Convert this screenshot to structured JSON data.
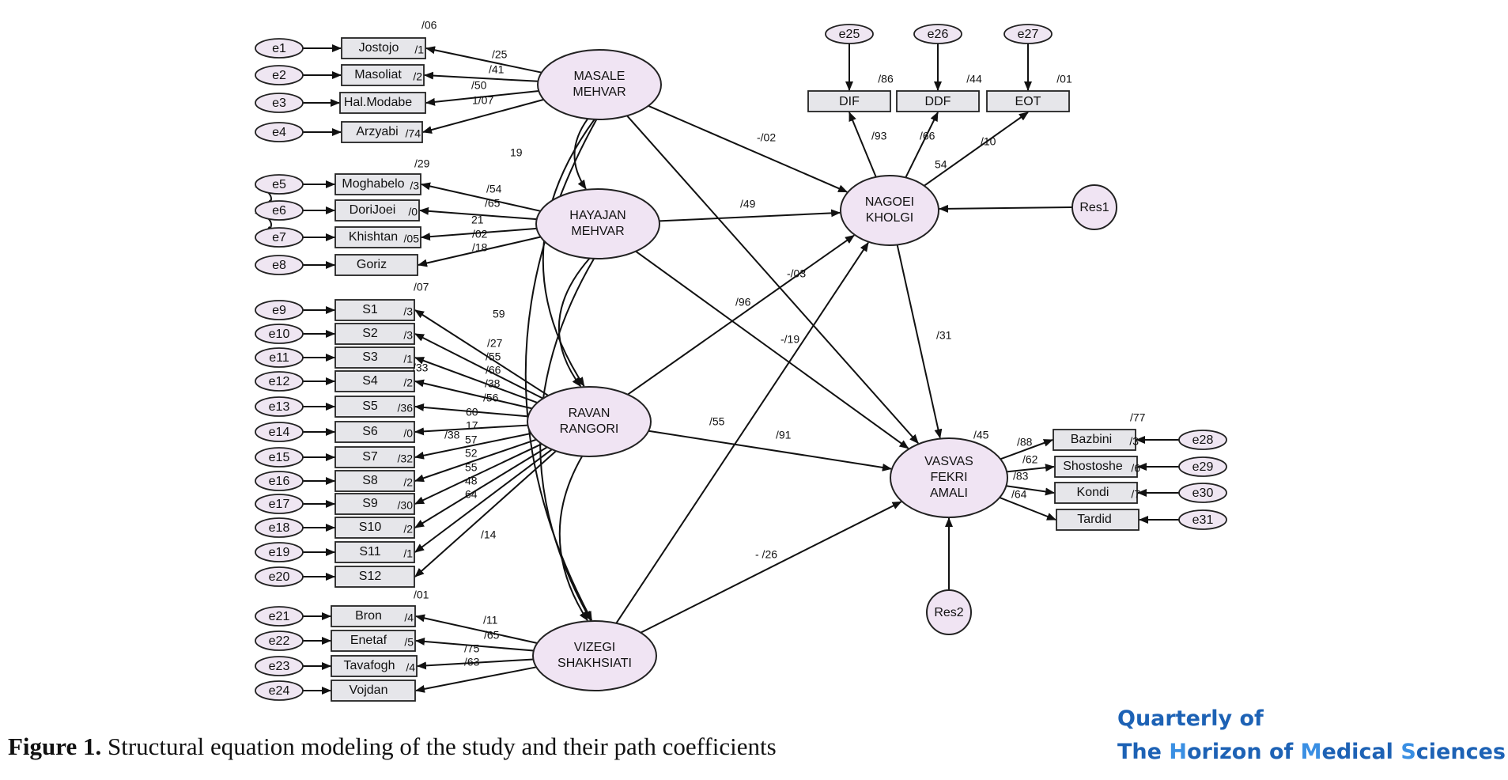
{
  "diagram": {
    "latents": [
      {
        "id": "masale",
        "lines": [
          "MASALE",
          "MEHVAR"
        ]
      },
      {
        "id": "hayajan",
        "lines": [
          "HAYAJAN",
          "MEHVAR"
        ]
      },
      {
        "id": "ravan",
        "lines": [
          "RAVAN",
          "RANGORI"
        ]
      },
      {
        "id": "vizegi",
        "lines": [
          "VIZEGI",
          "SHAKHSIATI"
        ]
      },
      {
        "id": "nagoei",
        "lines": [
          "NAGOEI",
          "KHOLGI"
        ]
      },
      {
        "id": "vasvas",
        "lines": [
          "VASVAS",
          "FEKRI",
          "AMALI"
        ]
      }
    ],
    "residuals": [
      "Res1",
      "Res2"
    ],
    "left_indicators": [
      {
        "name": "Jostojo",
        "error": "e1",
        "r2": "/1",
        "latent": "masale"
      },
      {
        "name": "Masoliat",
        "error": "e2",
        "r2": "/2",
        "latent": "masale"
      },
      {
        "name": "Hal.Modabe",
        "error": "e3",
        "r2": "",
        "latent": "masale"
      },
      {
        "name": "Arzyabi",
        "error": "e4",
        "r2": "/74",
        "latent": "masale"
      },
      {
        "name": "Moghabelo",
        "error": "e5",
        "r2": "/3",
        "latent": "hayajan"
      },
      {
        "name": "DoriJoei",
        "error": "e6",
        "r2": "/0",
        "latent": "hayajan"
      },
      {
        "name": "Khishtan",
        "error": "e7",
        "r2": "/05",
        "latent": "hayajan"
      },
      {
        "name": "Goriz",
        "error": "e8",
        "r2": "",
        "latent": "hayajan"
      },
      {
        "name": "S1",
        "error": "e9",
        "r2": "/3",
        "latent": "ravan"
      },
      {
        "name": "S2",
        "error": "e10",
        "r2": "/3",
        "latent": "ravan"
      },
      {
        "name": "S3",
        "error": "e11",
        "r2": "/1",
        "latent": "ravan"
      },
      {
        "name": "S4",
        "error": "e12",
        "r2": "/2",
        "latent": "ravan"
      },
      {
        "name": "S5",
        "error": "e13",
        "r2": "/36",
        "latent": "ravan"
      },
      {
        "name": "S6",
        "error": "e14",
        "r2": "/0",
        "latent": "ravan"
      },
      {
        "name": "S7",
        "error": "e15",
        "r2": "/32",
        "latent": "ravan"
      },
      {
        "name": "S8",
        "error": "e16",
        "r2": "/2",
        "latent": "ravan"
      },
      {
        "name": "S9",
        "error": "e17",
        "r2": "/30",
        "latent": "ravan"
      },
      {
        "name": "S10",
        "error": "e18",
        "r2": "/2",
        "latent": "ravan"
      },
      {
        "name": "S11",
        "error": "e19",
        "r2": "/1",
        "latent": "ravan"
      },
      {
        "name": "S12",
        "error": "e20",
        "r2": "",
        "latent": "ravan"
      },
      {
        "name": "Bron",
        "error": "e21",
        "r2": "/4",
        "latent": "vizegi"
      },
      {
        "name": "Enetaf",
        "error": "e22",
        "r2": "/5",
        "latent": "vizegi"
      },
      {
        "name": "Tavafogh",
        "error": "e23",
        "r2": "/4",
        "latent": "vizegi"
      },
      {
        "name": "Vojdan",
        "error": "e24",
        "r2": "",
        "latent": "vizegi"
      }
    ],
    "top_indicators": [
      {
        "name": "DIF",
        "error": "e25",
        "r2": "/86"
      },
      {
        "name": "DDF",
        "error": "e26",
        "r2": "/44"
      },
      {
        "name": "EOT",
        "error": "e27",
        "r2": "/01"
      }
    ],
    "right_indicators": [
      {
        "name": "Bazbini",
        "error": "e28",
        "r2": "/3"
      },
      {
        "name": "Shostoshe",
        "error": "e29",
        "r2": "/6"
      },
      {
        "name": "Kondi",
        "error": "e30",
        "r2": "/7"
      },
      {
        "name": "Tardid",
        "error": "e31",
        "r2": ""
      }
    ],
    "coefficients": [
      "/06",
      "/25",
      "/41",
      "/50",
      "1/07",
      "/29",
      "/54",
      "/65",
      "21",
      "/02",
      "/18",
      "19",
      "/07",
      "/27",
      "/55",
      "/66",
      "/38",
      "/56",
      "60",
      "17",
      "57",
      "52",
      "55",
      "48",
      "64",
      "/33",
      "59",
      "/38",
      "/14",
      "/01",
      "/11",
      "/65",
      "/75",
      "/63",
      "-/02",
      "/49",
      "/96",
      "-/19",
      "-/03",
      "/55",
      "/91",
      "- /26",
      "/31",
      "/45",
      "/93",
      "/66",
      "54",
      "/10",
      "/77",
      "/88",
      "/62",
      "/83",
      "/64"
    ]
  },
  "caption": {
    "label": "Figure 1.",
    "text": " Structural equation modeling of the study and their path coefficients"
  },
  "brand": {
    "line1": "Quarterly of",
    "line2_parts": [
      {
        "t": "The ",
        "hl": false
      },
      {
        "t": "H",
        "hl": true
      },
      {
        "t": "orizon of ",
        "hl": false
      },
      {
        "t": "M",
        "hl": true
      },
      {
        "t": "edical ",
        "hl": false
      },
      {
        "t": "S",
        "hl": true
      },
      {
        "t": "ciences",
        "hl": false
      }
    ]
  }
}
